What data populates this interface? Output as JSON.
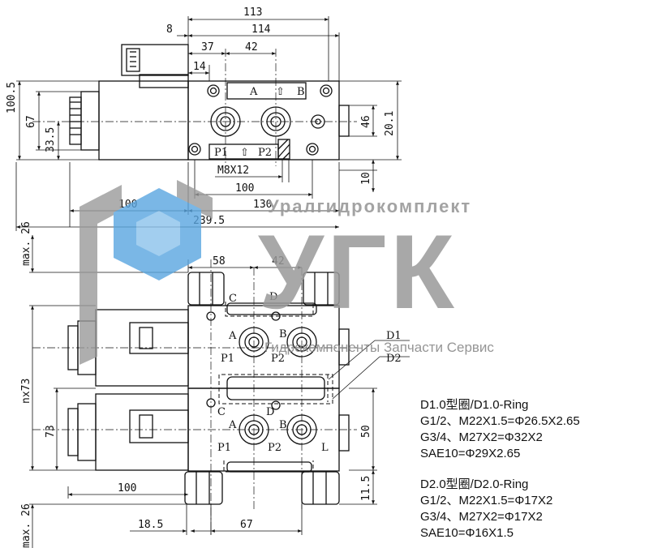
{
  "top_view": {
    "dims": {
      "w113": "113",
      "w114": "114",
      "w8": "8",
      "w37": "37",
      "w42": "42",
      "w14": "14",
      "h100_5": "100.5",
      "h67": "67",
      "h33_5": "33.5",
      "h46": "46",
      "h20_1": "20.1",
      "h10": "10",
      "thread": "M8X12",
      "w100": "100",
      "w130": "130",
      "w100_left": "100",
      "w239_5": "239.5"
    },
    "labels": {
      "A": "A",
      "B": "B",
      "P1": "P1",
      "P2": "P2"
    }
  },
  "side_view": {
    "dims": {
      "max_top": "max. 26",
      "w58": "58",
      "w42": "42",
      "nx73": "nx73",
      "h73": "73",
      "h50": "50",
      "h11_5": "11.5",
      "w100": "100",
      "w18_5": "18.5",
      "w67": "67",
      "max_bottom": "max. 26"
    },
    "upper": {
      "C": "C",
      "D": "D",
      "A": "A",
      "B": "B",
      "P1": "P1",
      "P2": "P2"
    },
    "lower": {
      "C": "C",
      "D": "D",
      "A": "A",
      "B": "B",
      "P1": "P1",
      "P2": "P2",
      "L": "L"
    },
    "callouts": {
      "D1": "D1",
      "D2": "D2"
    }
  },
  "watermark": {
    "company": "Уралгидрокомплект",
    "logo": "УГК",
    "tagline": "Гидрокомпоненты Запчасти Сервис",
    "colors": {
      "grey": "#9a9a9a",
      "blue": "#5aa6e0"
    }
  },
  "notes": {
    "d1_title": "D1.0型圈/D1.0-Ring",
    "d1_g12": "G1/2、M22X1.5=Φ26.5X2.65",
    "d1_g34": "G3/4、M27X2=Φ32X2",
    "d1_sae": "SAE10=Φ29X2.65",
    "d2_title": "D2.0型圈/D2.0-Ring",
    "d2_g12": "G1/2、M22X1.5=Φ17X2",
    "d2_g34": "G3/4、M27X2=Φ17X2",
    "d2_sae": "SAE10=Φ16X1.5"
  }
}
